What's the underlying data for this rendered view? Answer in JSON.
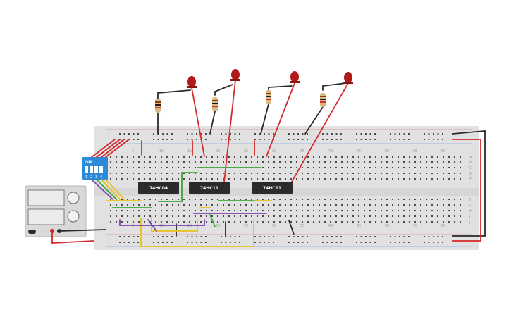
{
  "chips": [
    {
      "label": "74HC04"
    },
    {
      "label": "74HC11"
    },
    {
      "label": "74HC11"
    }
  ],
  "dip_switch": {
    "on_label": "ON",
    "switch_numbers": [
      "1",
      "2",
      "3",
      "4"
    ]
  },
  "column_numbers": [
    "5",
    "10",
    "15",
    "20",
    "25",
    "30",
    "35",
    "40",
    "45",
    "50",
    "55",
    "60"
  ],
  "row_letters_top": [
    "A",
    "B",
    "C",
    "D",
    "E"
  ],
  "row_letters_bottom": [
    "F",
    "G",
    "H",
    "I",
    "J"
  ],
  "colors": {
    "board": "#e1e1e1",
    "hole": "#4a4a4a",
    "chip": "#2b2b2b",
    "red_wire": "#d42a2a",
    "black_wire": "#2a2a2a",
    "green_wire": "#3aa83a",
    "yellow_wire": "#e6c21a",
    "purple_wire": "#7b3fb0",
    "led": "#b01a1a",
    "dip_body": "#2c8ad8",
    "psu": "#d9d9d9"
  }
}
